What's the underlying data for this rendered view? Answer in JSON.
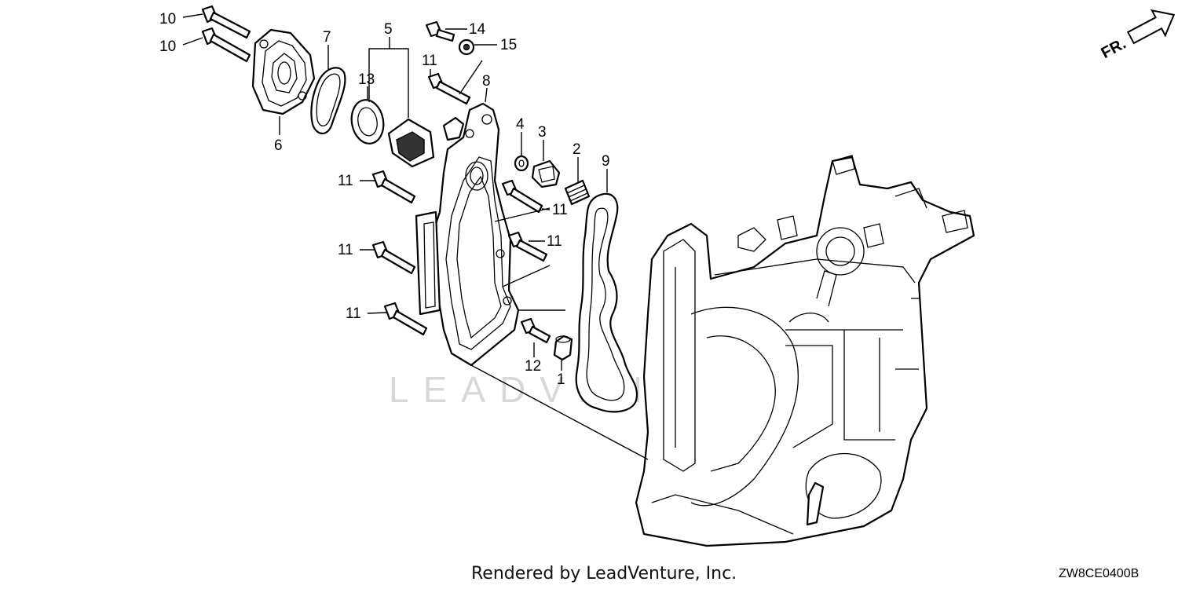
{
  "watermark": "LEADVENTURE",
  "front_indicator": "FR.",
  "footer_text": "Rendered by LeadVenture, Inc.",
  "diagram_code": "ZW8CE0400B",
  "callouts": {
    "c10a": "10",
    "c10b": "10",
    "c7": "7",
    "c5": "5",
    "c14": "14",
    "c15": "15",
    "c11a": "11",
    "c13": "13",
    "c8": "8",
    "c6": "6",
    "c4": "4",
    "c3": "3",
    "c2": "2",
    "c9": "9",
    "c11b": "11",
    "c11c": "11",
    "c11d": "11",
    "c11e": "11",
    "c11f": "11",
    "c12": "12",
    "c1": "1"
  }
}
